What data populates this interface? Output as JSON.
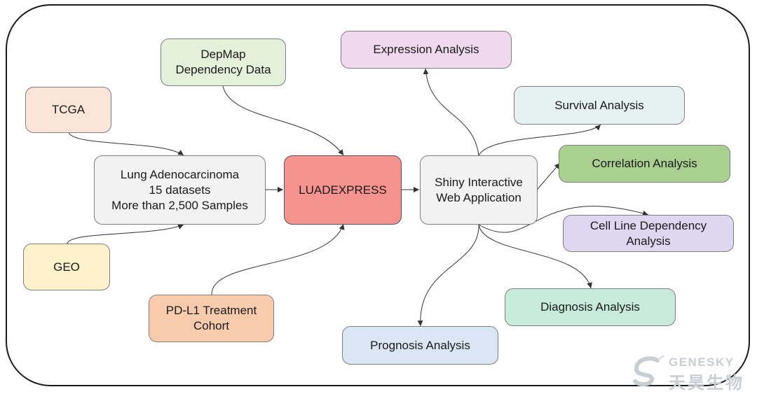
{
  "colors": {
    "tcga": "#fae5d8",
    "geo": "#fef2cc",
    "depmap": "#e3f0da",
    "pdl1": "#f7cbac",
    "lung": "#f2f2f2",
    "luadexpress": "#f5938e",
    "shiny": "#f2f2f2",
    "expression": "#f0d9ef",
    "survival": "#e6f1f1",
    "correlation": "#a9d08e",
    "cell_line": "#dfd6f1",
    "diagnosis": "#c6eadb",
    "prognosis": "#dbe6f4",
    "border": "#7f7f7f",
    "arrow": "#333333"
  },
  "nodes": {
    "tcga": "TCGA",
    "geo": "GEO",
    "depmap": "DepMap\nDependency Data",
    "pdl1": "PD-L1 Treatment\nCohort",
    "lung": "Lung Adenocarcinoma\n15 datasets\nMore than 2,500 Samples",
    "luadexpress": "LUADEXPRESS",
    "shiny": "Shiny Interactive\nWeb Application",
    "expression": "Expression Analysis",
    "survival": "Survival Analysis",
    "correlation": "Correlation Analysis",
    "cell_line": "Cell Line Dependency\nAnalysis",
    "diagnosis": "Diagnosis Analysis",
    "prognosis": "Prognosis Analysis"
  },
  "watermark": {
    "logo_icon": "genesky-logo-icon",
    "english": "GENESKY",
    "chinese": "天昊生物"
  }
}
